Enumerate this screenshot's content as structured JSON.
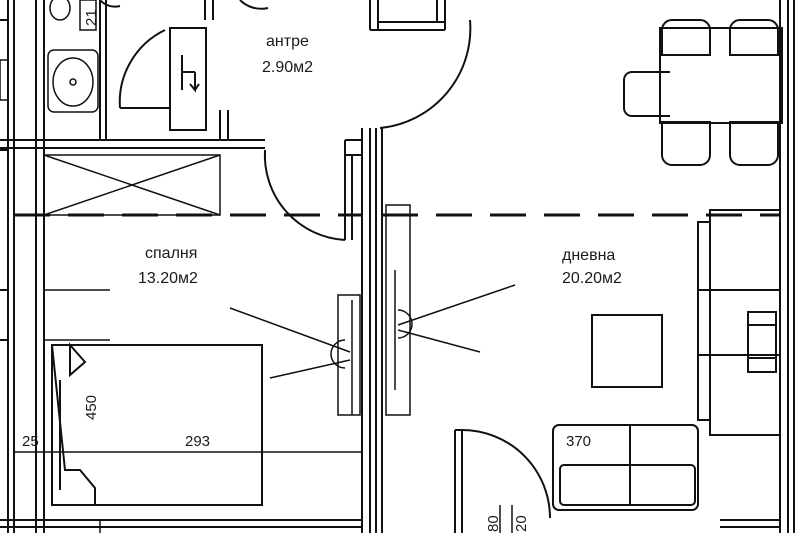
{
  "rooms": {
    "entry": {
      "name": "антре",
      "area": "2.90м2"
    },
    "bedroom": {
      "name": "спалня",
      "area": "13.20м2"
    },
    "living": {
      "name": "дневна",
      "area": "20.20м2"
    }
  },
  "dimensions": {
    "bed_depth": "450",
    "left_small": "25",
    "bedroom_width": "293",
    "living_width": "370",
    "bottom_a": "80",
    "bottom_b": "20",
    "top_left": "21"
  }
}
